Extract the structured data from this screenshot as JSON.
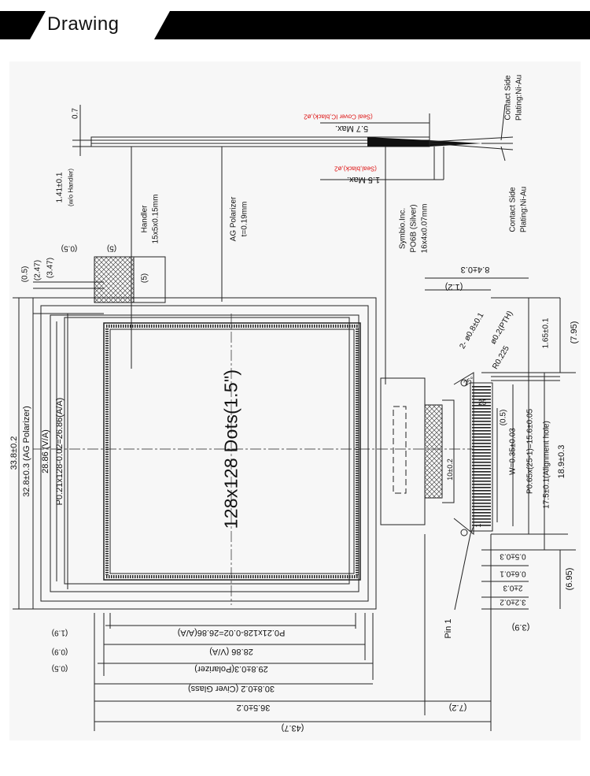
{
  "header": {
    "title": "Drawing"
  },
  "colors": {
    "header_bg": "#000000",
    "drawing_bg": "#f7f7f7",
    "line": "#222222",
    "accent_red": "#dd1111"
  },
  "display": {
    "center_label": "128x128 Dots(1.5\")"
  },
  "labels_top": {
    "t07": "0.7",
    "thickness": "1.41±0.1",
    "wo_handler": "(w/o Handler)",
    "handler": "Handler",
    "handler_size": "15x5x0.15mm",
    "ag_polarizer": "AG Polarizer",
    "ag_thickness": "t=0.19mm",
    "seal_cover": "(Seal Cover IC,black),ø2",
    "max57": "5.7 Max.",
    "seal_black": "(Seal,black),ø2",
    "max15": "1.5 Max.",
    "contact_side_1": "Contact Side",
    "plating_1": "Plating:Ni-Au",
    "contact_side_2": "Contact Side",
    "plating_2": "Plating:Ni-Au",
    "symbio": "Symbio.Inc.",
    "po6b": "PO6B (Silver)",
    "po6b_size": "16x4x0.07mm"
  },
  "labels_left": {
    "d05": "(0.5)",
    "d247": "(2.47)",
    "d347": "(3.47)",
    "d05b": "(0.5)",
    "d5a": "(5)",
    "d5b": "(5)",
    "overall": "33.8±0.2",
    "ag_pol": "32.8±0.3 (AG Polarizer)",
    "va": "28.86 (V/A)",
    "aa": "P0.21x128-0.02=26.86(A/A)"
  },
  "labels_right": {
    "d84": "8.4±0.3",
    "d12": "(1.2)",
    "d08": "2- ø0.8±0.1",
    "d02": "ø0.2(PTH)",
    "r0225": "R0.225",
    "deg25": "25°",
    "d165": "1.65±0.1",
    "d795": "(7.95)",
    "d05r": "(0.5)",
    "w": "W=0.35±0.03",
    "pitch": "P0.65x(25-1)=15.6±0.05",
    "align": "17.5±0.1(Alignment hole)",
    "d189": "18.9±0.3",
    "d10": "10±0.2",
    "pin25": "25",
    "pin1": "1",
    "d05b": "0.5±0.3",
    "d06": "0.6±0.1",
    "d2": "2±0.3",
    "d32": "3.2±0.2",
    "d695": "(6.95)",
    "d39": "(3.9)",
    "pin1_label": "Pin 1"
  },
  "labels_bottom": {
    "d19": "(1.9)",
    "d09": "(0.9)",
    "d05": "(0.5)",
    "aa": "P0.21x128-0.02=26.86(A/A)",
    "va": "28.86 (V/A)",
    "pol": "29.8±0.3(Polarizer)",
    "glass": "30.8±0.2 (Civer Glass)",
    "overall": "36.5±0.2",
    "d72": "(7.2)",
    "total": "(43.7)"
  }
}
